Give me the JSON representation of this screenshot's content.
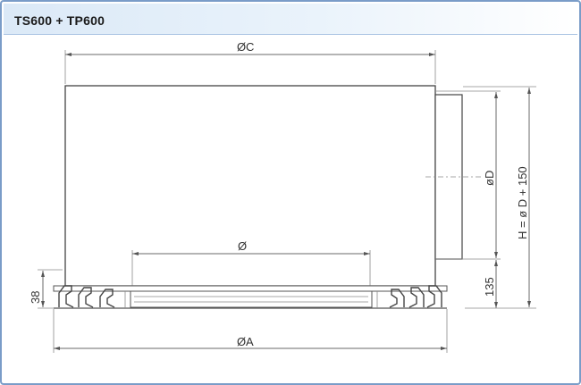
{
  "header": {
    "title": "TS600 + TP600"
  },
  "dimensions": {
    "diameter_c": "C",
    "diameter": "",
    "diameter_a": "A",
    "diameter_d": "øD",
    "height": "H = ø D + 150",
    "side_135": "135",
    "side_38": "38"
  },
  "symbols": {
    "diameter_symbol": "Ø"
  }
}
